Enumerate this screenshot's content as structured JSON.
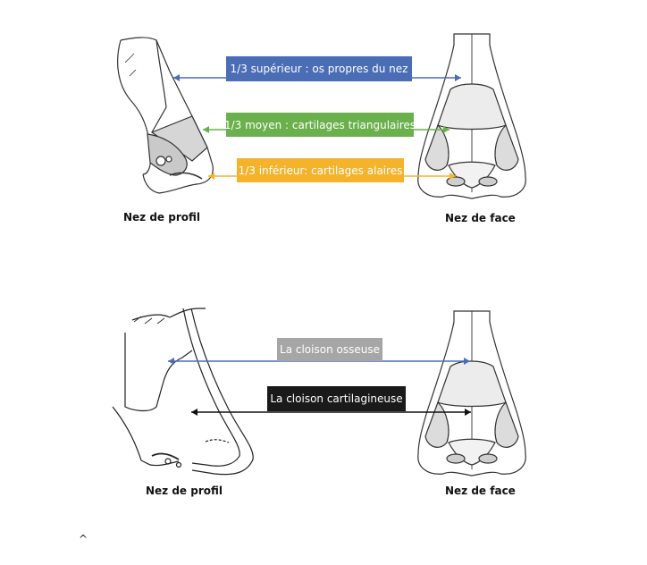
{
  "top_panel": {
    "labels": {
      "upper": "1/3 supérieur : os propres du nez",
      "middle": "1/3 moyen : cartilages triangulaires",
      "lower": "1/3 inférieur: cartilages alaires"
    },
    "caption_left": "Nez de profil",
    "caption_right": "Nez de face"
  },
  "bottom_panel": {
    "labels": {
      "bony": "La cloison osseuse",
      "cartilage": "La cloison cartilagineuse"
    },
    "caption_left": "Nez de profil",
    "caption_right": "Nez de face"
  },
  "footer": {
    "caret": "^"
  },
  "colors": {
    "upper": "#4a6db5",
    "middle": "#6ab04c",
    "lower": "#f4b32b",
    "bony": "#a6a6a6",
    "cartilage": "#1a1a1a",
    "arrow_blue": "#4a6db5",
    "arrow_dark": "#111111"
  }
}
